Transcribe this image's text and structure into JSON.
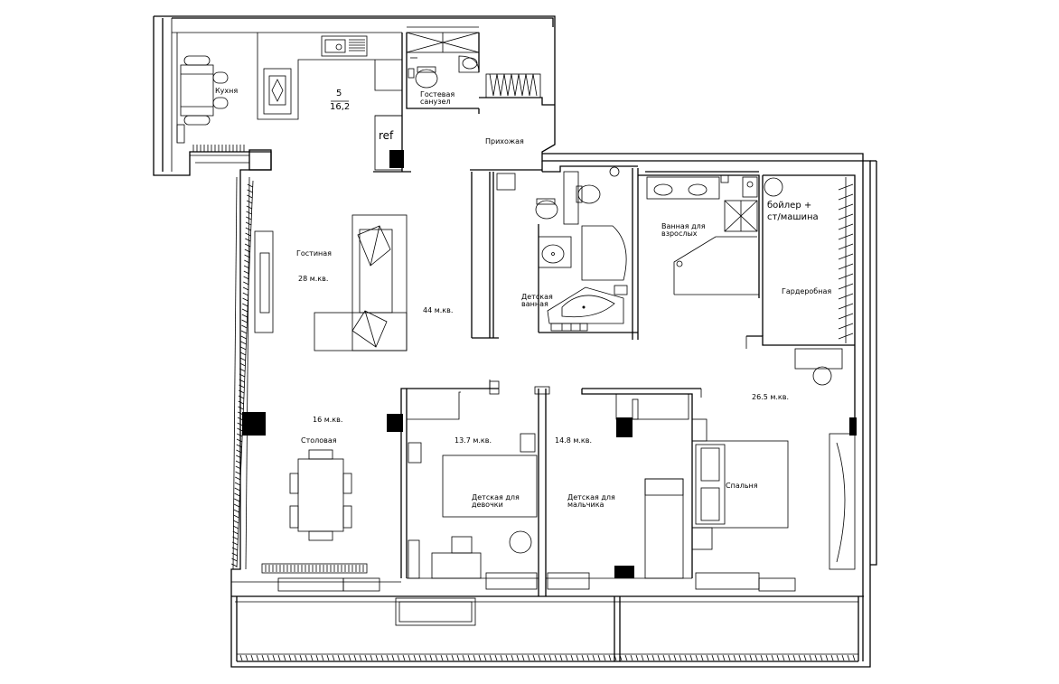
{
  "rooms": {
    "kitchen": "Кухня",
    "kitchen_fraction_top": "5",
    "kitchen_fraction_bottom": "16,2",
    "fridge": "ref",
    "guest_wc_line1": "Гостевая",
    "guest_wc_line2": "санузел",
    "hallway": "Прихожая",
    "living": "Гостиная",
    "living_area": "28 м.кв.",
    "common_area": "44 м.кв.",
    "kids_bath_line1": "Детская",
    "kids_bath_line2": "ванная",
    "adult_bath_line1": "Ванная для",
    "adult_bath_line2": "взрослых",
    "boiler_line1": "бойлер +",
    "boiler_line2": "ст/машина",
    "wardrobe": "Гардеробная",
    "master_area": "26.5 м.кв.",
    "dining_area": "16 м.кв.",
    "dining": "Столовая",
    "girl_area": "13.7 м.кв.",
    "girl_line1": "Детская для",
    "girl_line2": "девочки",
    "boy_area": "14.8 м.кв.",
    "boy_line1": "Детская для",
    "boy_line2": "мальчика",
    "bedroom": "Спальня"
  }
}
